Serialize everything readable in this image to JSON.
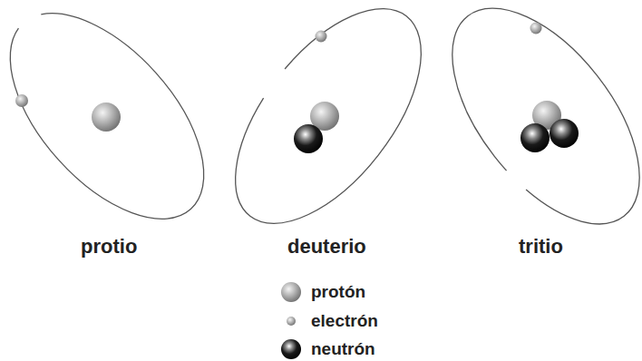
{
  "diagram": {
    "labels": [
      "protio",
      "deuterio",
      "tritio"
    ],
    "legend": [
      {
        "text": "protón"
      },
      {
        "text": "electrón"
      },
      {
        "text": "neutrón"
      }
    ]
  }
}
